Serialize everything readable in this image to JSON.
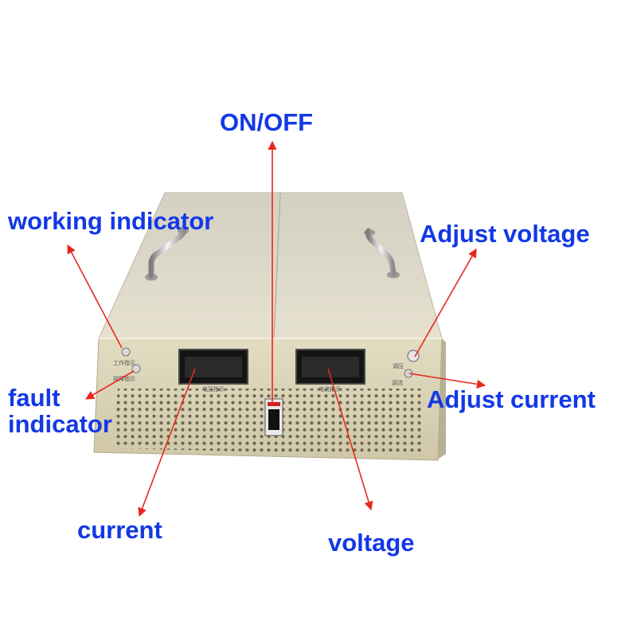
{
  "labels": {
    "on_off": "ON/OFF",
    "working_indicator": "working indicator",
    "fault_indicator_line1": "fault",
    "fault_indicator_line2": "indicator",
    "adjust_voltage": "Adjust voltage",
    "adjust_current": "Adjust current",
    "current": "current",
    "voltage": "voltage"
  },
  "panel_text": {
    "working_indicator": "工作指示",
    "fault_indicator": "故障指示",
    "voltage_display": "电压指示",
    "current_display": "电流指示",
    "adjust_voltage": "调压",
    "adjust_current": "调流"
  },
  "colors": {
    "label": "#1238e6",
    "arrow": "#e8281e",
    "case_front": "#d9d1b2",
    "case_top": "#dcd7c6",
    "display": "#141414"
  }
}
